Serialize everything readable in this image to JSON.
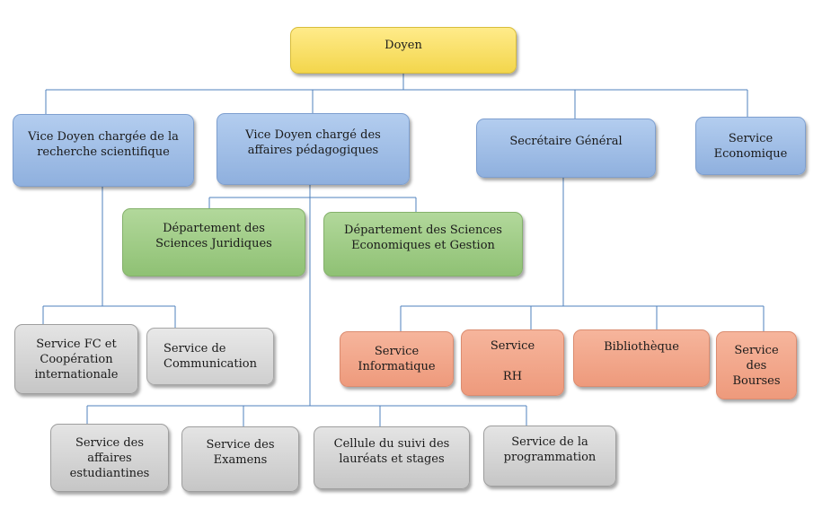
{
  "chart": {
    "doyen": "Doyen",
    "vd_recherche": "Vice Doyen chargée de la\nrecherche scientifique",
    "vd_pedago": "Vice Doyen chargé des\naffaires pédagogiques",
    "secretaire": "Secrétaire Général",
    "service_eco": "Service\nEconomique",
    "dept_juridiques": "Département des\nSciences Juridiques",
    "dept_eco": "Département des Sciences\nEconomiques et Gestion",
    "service_fc": "Service FC et\nCoopération\ninternationale",
    "service_comm": "Service de\nCommunication",
    "service_info": "Service\nInformatique",
    "service_rh": "Service\n\nRH",
    "bibliotheque": "Bibliothèque",
    "service_bourses": "Service\ndes\nBourses",
    "service_affaires": "Service des\naffaires\nestudiantines",
    "service_examens": "Service des\nExamens",
    "cellule_suivi": "Cellule du suivi  des\nlauréats et stages",
    "service_prog": "Service de la\nprogrammation"
  },
  "colors": {
    "connector": "#4f81bd",
    "yellow": "#f3d64c",
    "blue": "#8fb0de",
    "green": "#8fc174",
    "orange": "#ee9a7c",
    "gray": "#c6c6c6"
  }
}
